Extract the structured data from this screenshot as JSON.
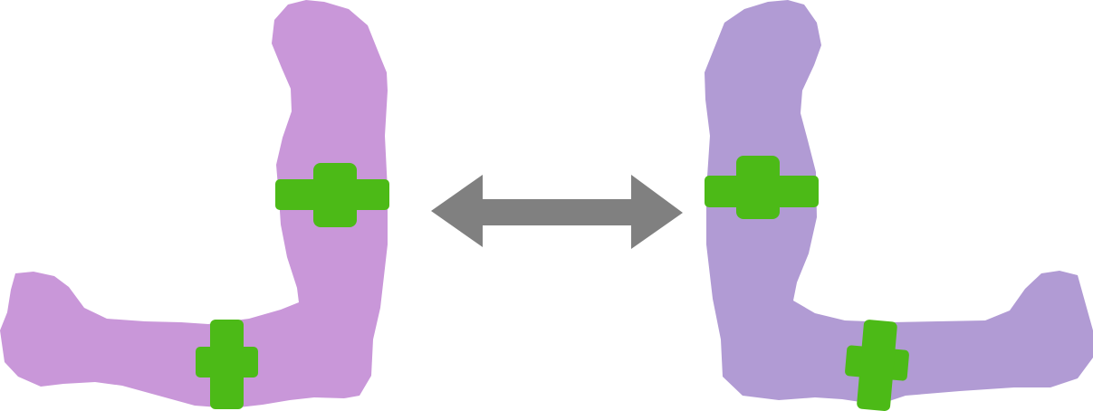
{
  "colors": {
    "background": "#ffffff",
    "left_limb": "#c997d9",
    "right_limb": "#b19bd4",
    "marker": "#4cba17",
    "arrow": "#808080"
  },
  "icons": {
    "left_limb": "bent-limb-left",
    "right_limb": "bent-limb-right",
    "markers": "plus-marker",
    "arrow": "double-headed-arrow"
  }
}
